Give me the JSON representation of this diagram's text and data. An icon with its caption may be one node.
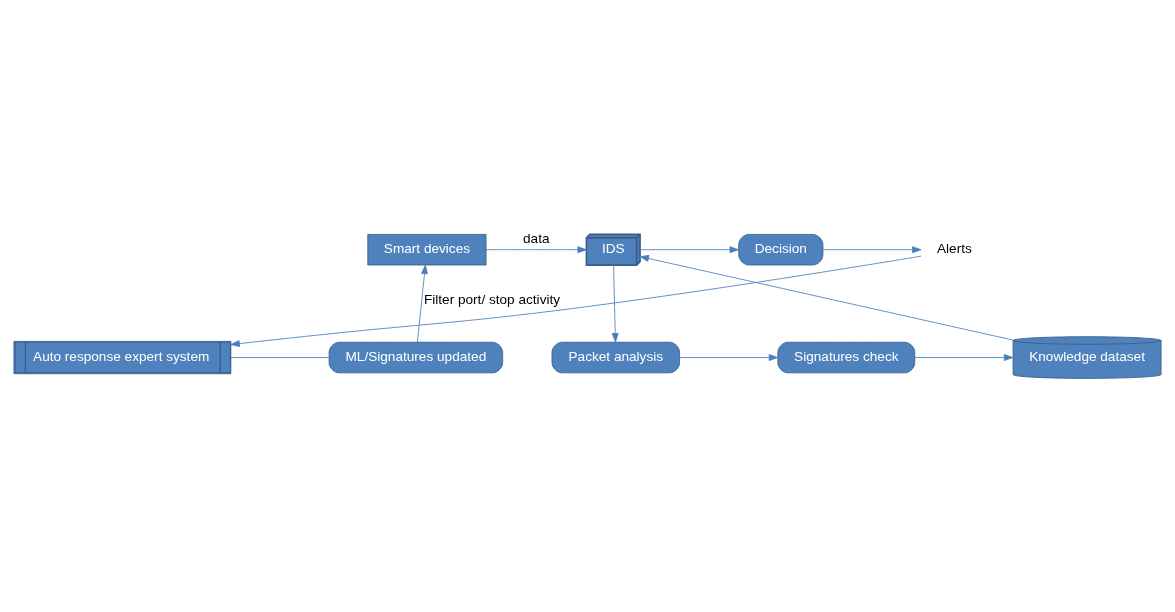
{
  "diagram": {
    "nodes": [
      {
        "text": [
          "Smart devices"
        ]
      },
      {
        "text": [
          "IDS"
        ]
      },
      {
        "text": [
          "Decision"
        ]
      },
      {
        "text": [
          "Alerts"
        ]
      },
      {
        "text": [
          "Packet analysis"
        ]
      },
      {
        "text": [
          "Signatures check"
        ]
      },
      {
        "text": [
          "Knowledge dataset"
        ]
      },
      {
        "text": [
          "Auto response expert system"
        ]
      },
      {
        "text": [
          "ML/Signatures updated"
        ]
      }
    ],
    "edges": [
      {
        "from": 0,
        "to": 1,
        "arrow": "to",
        "label": "data"
      },
      {
        "from": 1,
        "to": 2,
        "arrow": "to"
      },
      {
        "from": 2,
        "to": 3,
        "arrow": "to"
      },
      {
        "from": 1,
        "to": 4,
        "arrow": "to"
      },
      {
        "from": 4,
        "to": 5,
        "arrow": "to"
      },
      {
        "from": 5,
        "to": 6,
        "arrow": "to"
      },
      {
        "from": 6,
        "to": 1,
        "arrow": "to"
      },
      {
        "from": 3,
        "to": 7,
        "arrow": "to"
      },
      {
        "from": 7,
        "to": 8,
        "arrow": "none"
      },
      {
        "from": 8,
        "to": 0,
        "arrow": "to",
        "label": "Filter port/ stop activity"
      }
    ]
  }
}
